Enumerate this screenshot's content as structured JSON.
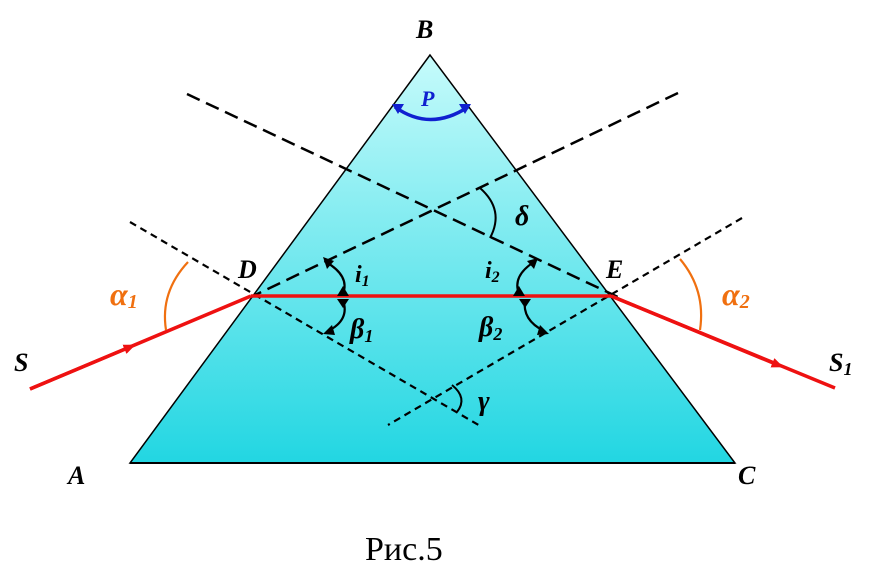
{
  "labels": {
    "vertex_a": "A",
    "vertex_b": "B",
    "vertex_c": "C",
    "point_d": "D",
    "point_e": "E",
    "source": "S",
    "exit_main": "S",
    "exit_sub": "1",
    "apex_angle": "P",
    "alpha": "α",
    "alpha1_sub": "1",
    "alpha2_sub": "2",
    "i": "i",
    "i1_sub": "1",
    "i2_sub": "2",
    "beta": "β",
    "beta1_sub": "1",
    "beta2_sub": "2",
    "delta": "δ",
    "gamma": "γ"
  },
  "caption": "Рис.5",
  "colors": {
    "prism_top": "#c6fbfb",
    "prism_bottom": "#22d6e2",
    "ray": "#ee1111",
    "angle_orange": "#f07010",
    "apex_blue": "#1020d0",
    "lines": "#000000"
  }
}
